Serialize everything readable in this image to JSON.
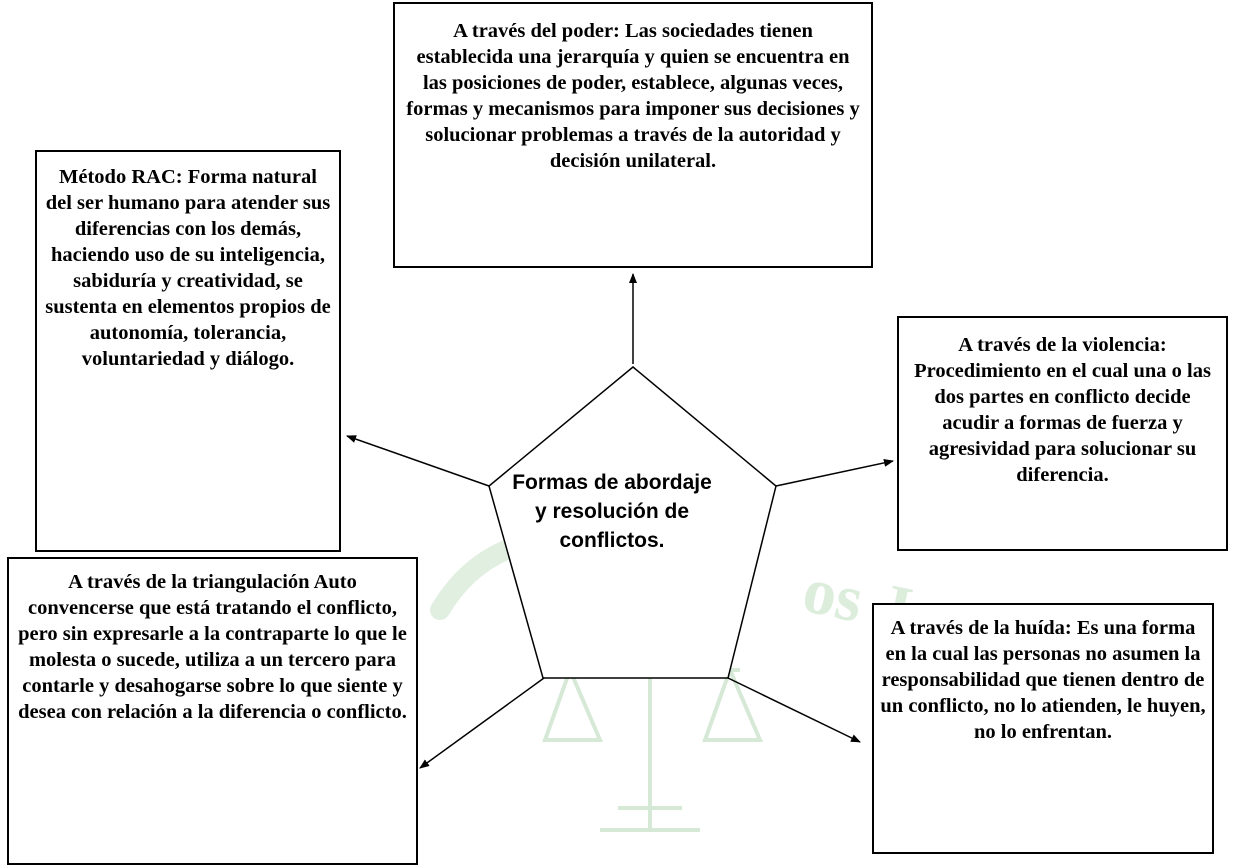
{
  "center": {
    "label": "Formas de abordaje y resolución de conflictos."
  },
  "boxes": {
    "poder": "A través del poder:   Las sociedades tienen establecida una jerarquía y quien se encuentra en las posiciones de poder, establece, algunas veces, formas y mecanismos para imponer sus decisiones y solucionar problemas a través de la autoridad y decisión unilateral.",
    "rac": "Método RAC: Forma natural del ser humano para atender sus diferencias con los demás, haciendo uso de su inteligencia, sabiduría y creatividad, se sustenta en elementos propios de autonomía, tolerancia, voluntariedad y diálogo.",
    "violencia": "A través de la violencia: Procedimiento en el cual una o las dos partes en conflicto decide acudir a formas de fuerza y agresividad para solucionar su diferencia.",
    "triangulacion": "A través de la triangulación Auto convencerse que está tratando el conflicto, pero sin expresarle a la contraparte lo que le molesta o sucede, utiliza a un tercero para contarle y desahogarse sobre lo que siente y desea con relación a la diferencia o conflicto.",
    "huida": "A través de la huída: Es una forma en la cual las personas no asumen la responsabilidad que tienen dentro de un conflicto, no lo atienden, le huyen, no lo enfrentan."
  },
  "watermark": {
    "text": "os J",
    "color": "#d6ead6"
  }
}
